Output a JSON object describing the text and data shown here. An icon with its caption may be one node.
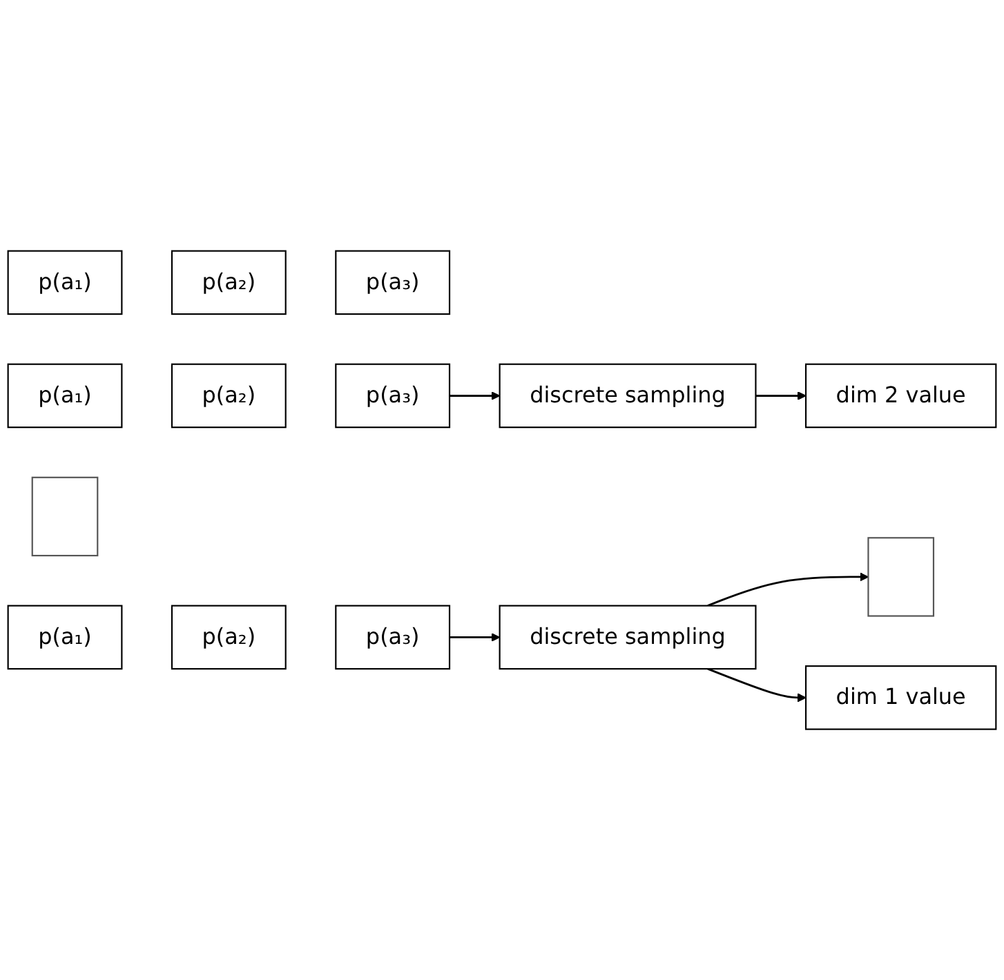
{
  "diagram": {
    "nodes": [
      {
        "text": [
          "p(a₁)"
        ]
      },
      {
        "text": [
          "p(a₂)"
        ]
      },
      {
        "text": [
          "p(a₃)"
        ]
      },
      {
        "text": [],
        "shape": "box"
      },
      {
        "text": [
          "p(a₁)"
        ]
      },
      {
        "text": [
          "p(a₂)"
        ]
      },
      {
        "text": [
          "p(a₃)"
        ]
      },
      {
        "text": [
          "discrete sampling"
        ]
      },
      {
        "text": [
          "dim 2 value"
        ]
      },
      {
        "text": [],
        "shape": "box"
      },
      {
        "text": [
          "p(a₁)"
        ]
      },
      {
        "text": [
          "p(a₂)"
        ]
      },
      {
        "text": [
          "p(a₃)"
        ]
      },
      {
        "text": [
          "discrete sampling"
        ]
      },
      {
        "text": [
          "dim 1 value"
        ]
      }
    ],
    "edges": [
      {
        "from": 6,
        "to": 7,
        "arrow": "to"
      },
      {
        "from": 7,
        "to": 8,
        "arrow": "to"
      },
      {
        "from": 13,
        "to": 3,
        "arrow": "to"
      },
      {
        "from": 12,
        "to": 13,
        "arrow": "to"
      },
      {
        "from": 13,
        "to": 14,
        "arrow": "to"
      }
    ]
  }
}
